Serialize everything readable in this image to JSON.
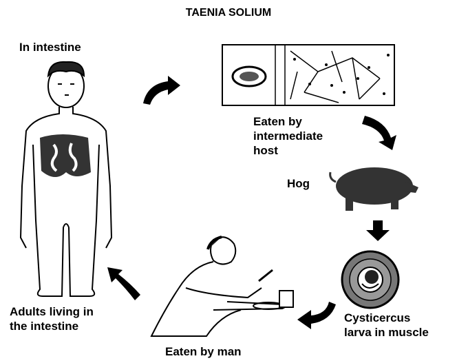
{
  "title": "TAENIA SOLIUM",
  "labels": {
    "in_intestine": "In intestine",
    "eaten_by_intermediate_host": "Eaten by\nintermediate\nhost",
    "hog": "Hog",
    "cysticercus_larva": "Cysticercus\nlarva in muscle",
    "eaten_by_man": "Eaten by man",
    "adults_living": "Adults living in\nthe intestine"
  },
  "colors": {
    "ink": "#000000",
    "fill": "#3a3a3a",
    "background": "#ffffff"
  },
  "icons": [
    "curved-arrow-icon",
    "down-arrow-icon"
  ]
}
